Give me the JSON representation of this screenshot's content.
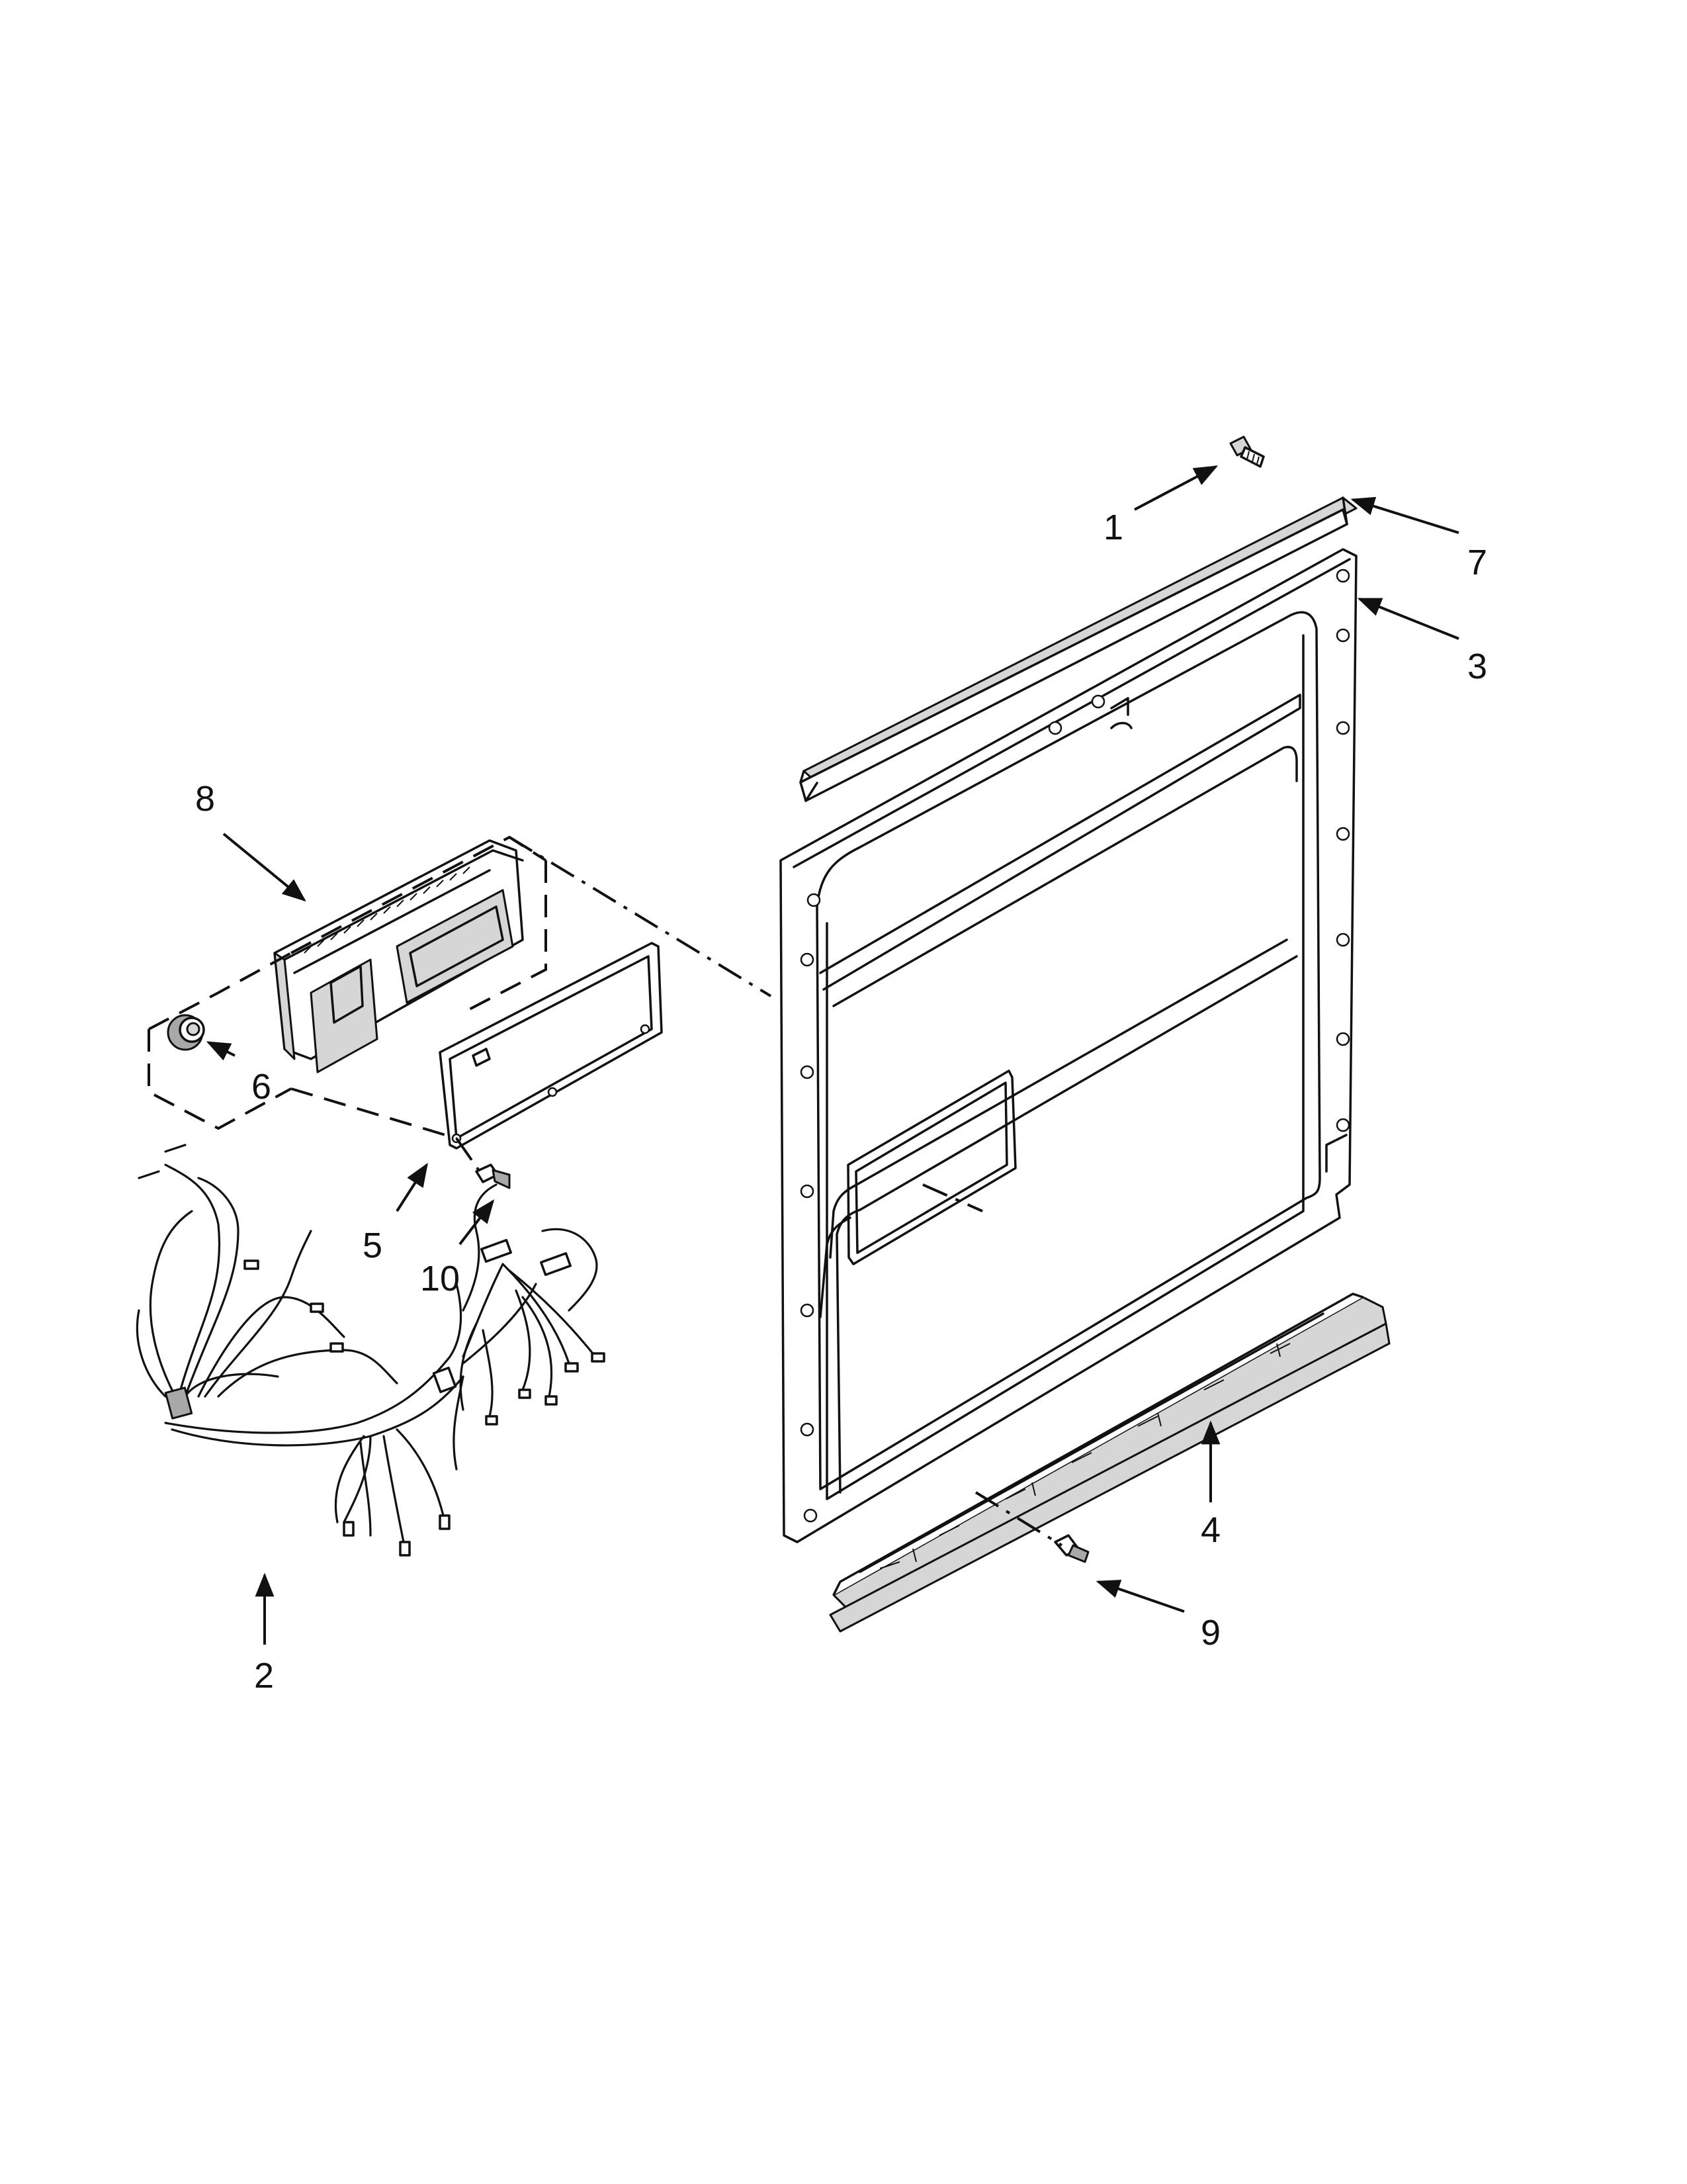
{
  "callouts": [
    {
      "id": "c1",
      "label": "1",
      "part": "screw-top"
    },
    {
      "id": "c2",
      "label": "2",
      "part": "wire-harness"
    },
    {
      "id": "c3",
      "label": "3",
      "part": "inner-door-panel"
    },
    {
      "id": "c4",
      "label": "4",
      "part": "bottom-trim"
    },
    {
      "id": "c5",
      "label": "5",
      "part": "gasket"
    },
    {
      "id": "c6",
      "label": "6",
      "part": "knob"
    },
    {
      "id": "c7",
      "label": "7",
      "part": "top-channel"
    },
    {
      "id": "c8",
      "label": "8",
      "part": "control-module"
    },
    {
      "id": "c9",
      "label": "9",
      "part": "screw-bottom"
    },
    {
      "id": "c10",
      "label": "10",
      "part": "screw-gasket"
    }
  ]
}
